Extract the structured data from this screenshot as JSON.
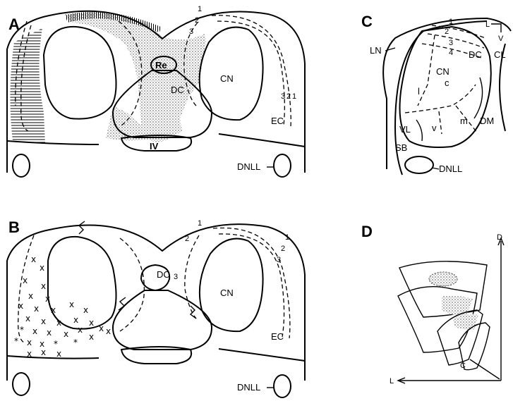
{
  "panels": {
    "A": {
      "letter": "A",
      "labels": {
        "re": "Re",
        "cn": "CN",
        "dc": "DC",
        "ec": "EC",
        "iv": "IV",
        "dnll": "DNLL",
        "n1": "1",
        "n2": "2",
        "n3": "3",
        "r1": "1",
        "r2": "2",
        "r3": "3"
      }
    },
    "B": {
      "letter": "B",
      "labels": {
        "cn": "CN",
        "dc": "DC",
        "ec": "EC",
        "dnll": "DNLL",
        "n1": "1",
        "n2": "2",
        "n3": "3",
        "r1": "1",
        "r2": "2",
        "r3": "3"
      }
    },
    "C": {
      "letter": "C",
      "labels": {
        "ln": "LN",
        "cn": "CN",
        "c": "c",
        "l": "l",
        "v": "v",
        "m": "m",
        "dc": "DC",
        "cl": "CL",
        "dm": "DM",
        "vl": "VL",
        "sb": "SB",
        "dnll": "DNLL",
        "n1": "1",
        "n2": "2",
        "n3": "3",
        "n4": "4",
        "orient_l": "L",
        "orient_v": "V"
      }
    },
    "D": {
      "letter": "D",
      "labels": {
        "axis_d": "D",
        "axis_l": "L",
        "c": "C"
      }
    }
  },
  "colors": {
    "ink": "#000000",
    "background": "#ffffff",
    "stipple": "#b8b8b8"
  }
}
